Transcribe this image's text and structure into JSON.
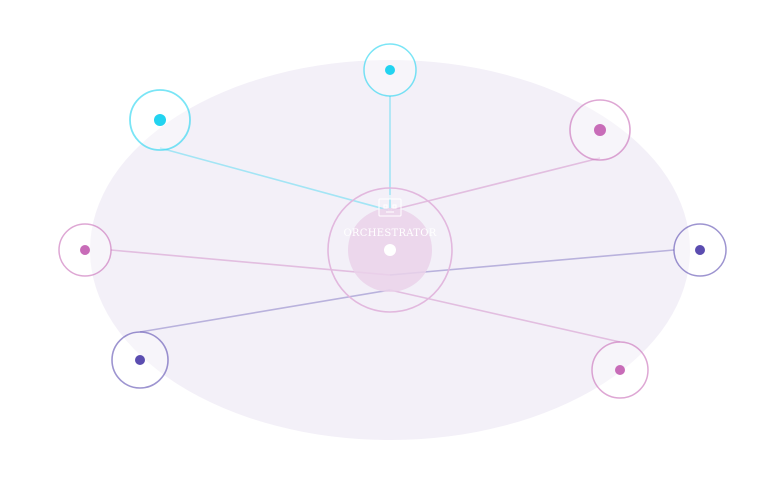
{
  "diagram": {
    "hub": {
      "label": "ORCHESTRATOR",
      "icon": "robot-icon",
      "ring_color": "#e2b8de",
      "fill_color": "#ead2ea",
      "text_color": "#ffffff"
    },
    "colors": {
      "backdrop": "#f3f0f8",
      "cyan": "#22d3f0",
      "magenta": "#c86cb8",
      "indigo": "#5b4db0"
    },
    "nodes": [
      {
        "id": "top-left",
        "color": "cyan"
      },
      {
        "id": "top",
        "color": "cyan"
      },
      {
        "id": "top-right",
        "color": "magenta"
      },
      {
        "id": "left",
        "color": "magenta"
      },
      {
        "id": "right",
        "color": "indigo"
      },
      {
        "id": "bottom-left",
        "color": "indigo"
      },
      {
        "id": "bottom-right",
        "color": "magenta"
      }
    ]
  }
}
